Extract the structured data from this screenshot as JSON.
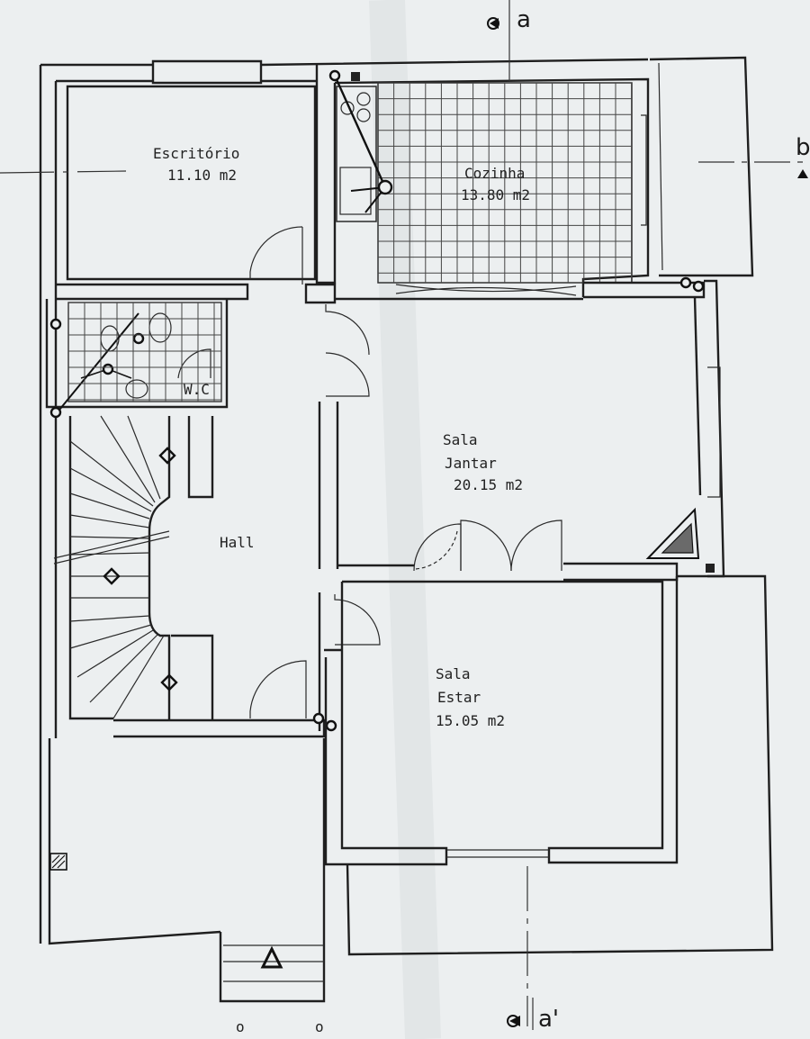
{
  "rooms": {
    "escritorio": {
      "name": "Escritório",
      "area": "11.10 m2"
    },
    "cozinha": {
      "name": "Cozinha",
      "area": "13.80 m2"
    },
    "wc": {
      "name": "W.C"
    },
    "sala_jantar": {
      "line1": "Sala",
      "line2": "Jantar",
      "area": "20.15 m2"
    },
    "hall": {
      "name": "Hall"
    },
    "sala_estar": {
      "line1": "Sala",
      "line2": "Estar",
      "area": "15.05 m2"
    }
  },
  "section_marks": {
    "top": "a",
    "bottom": "a'",
    "right": "b"
  },
  "bottom_text": [
    "o",
    "o"
  ],
  "icons": [
    "arrow-marker-icon",
    "light-point-icon",
    "socket-icon",
    "stair-arrow-icon"
  ]
}
